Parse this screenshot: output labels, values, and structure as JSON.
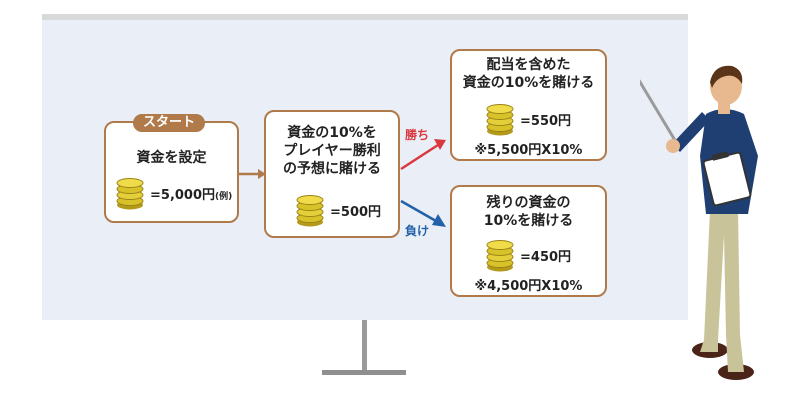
{
  "badge_label": "スタート",
  "start_box": {
    "text": "資金を設定",
    "amount": "=5,000円",
    "note": "(例)"
  },
  "bet_box": {
    "line1": "資金の10%を",
    "line2": "プレイヤー勝利",
    "line3": "の予想に賭ける",
    "amount": "=500円"
  },
  "win_box": {
    "line1": "配当を含めた",
    "line2": "資金の10%を賭ける",
    "amount": "=550円",
    "formula": "※5,500円X10%"
  },
  "lose_box": {
    "line1": "残りの資金の",
    "line2": "10%を賭ける",
    "amount": "=450円",
    "formula": "※4,500円X10%"
  },
  "win_label": "勝ち",
  "lose_label": "負け",
  "colors": {
    "box_border": "#b07a4a",
    "win": "#d9393e",
    "lose": "#2262a8",
    "board": "#eaeef7",
    "coin": "#d8c22a"
  }
}
